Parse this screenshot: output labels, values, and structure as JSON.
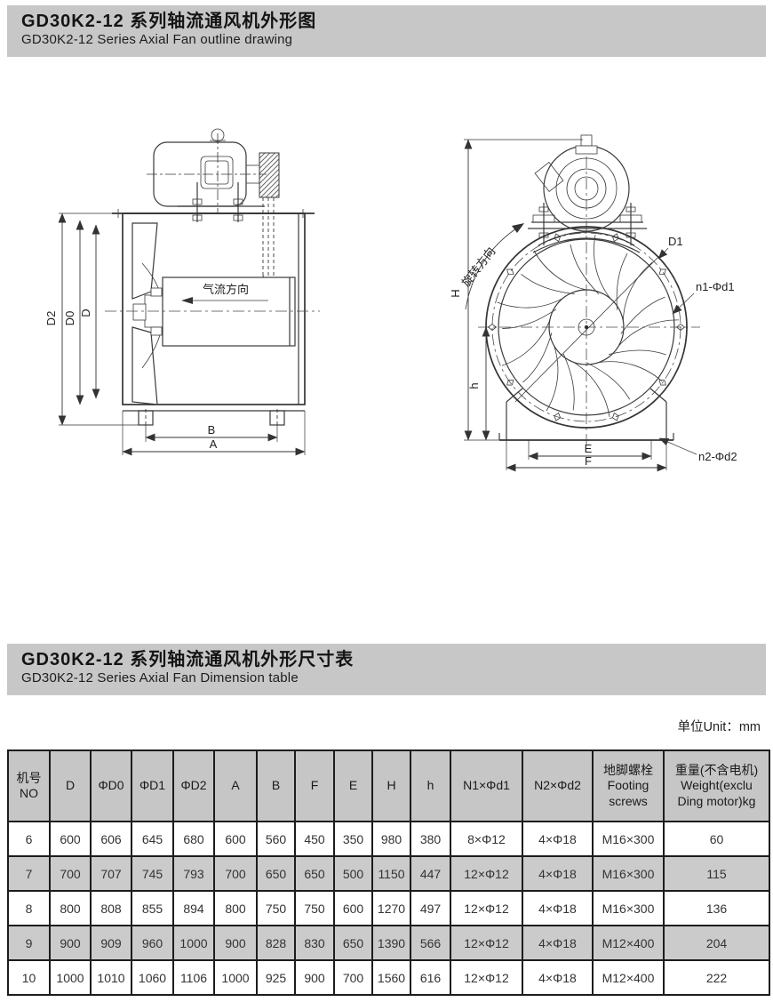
{
  "section_outline": {
    "title_zh": "GD30K2-12 系列轴流通风机外形图",
    "title_en": "GD30K2-12 Series Axial Fan outline drawing"
  },
  "section_table": {
    "title_zh": "GD30K2-12 系列轴流通风机外形尺寸表",
    "title_en": "GD30K2-12 Series Axial Fan Dimension table"
  },
  "unit_note": "单位Unit：mm",
  "drawing": {
    "side_view": {
      "airflow": "气流方向",
      "dims": {
        "D2": "D2",
        "D0": "D0",
        "D": "D",
        "B": "B",
        "A": "A"
      }
    },
    "front_view": {
      "rotation": "旋转方向",
      "dims": {
        "H": "H",
        "h": "h",
        "E": "E",
        "F": "F"
      },
      "callouts": {
        "D1": "D1",
        "n1": "n1-Φd1",
        "n2": "n2-Φd2"
      }
    }
  },
  "table": {
    "headers": [
      {
        "l1": "机号",
        "l2": "NO"
      },
      {
        "l1": "D"
      },
      {
        "l1": "ΦD0"
      },
      {
        "l1": "ΦD1"
      },
      {
        "l1": "ΦD2"
      },
      {
        "l1": "A"
      },
      {
        "l1": "B"
      },
      {
        "l1": "F"
      },
      {
        "l1": "E"
      },
      {
        "l1": "H"
      },
      {
        "l1": "h"
      },
      {
        "l1": "N1×Φd1"
      },
      {
        "l1": "N2×Φd2"
      },
      {
        "l1": "地脚螺栓",
        "l2": "Footing",
        "l3": "screws"
      },
      {
        "l1": "重量(不含电机)",
        "l2": "Weight(exclu",
        "l3": "Ding motor)kg"
      }
    ],
    "rows": [
      [
        "6",
        "600",
        "606",
        "645",
        "680",
        "600",
        "560",
        "450",
        "350",
        "980",
        "380",
        "8×Φ12",
        "4×Φ18",
        "M16×300",
        "60"
      ],
      [
        "7",
        "700",
        "707",
        "745",
        "793",
        "700",
        "650",
        "650",
        "500",
        "1150",
        "447",
        "12×Φ12",
        "4×Φ18",
        "M16×300",
        "115"
      ],
      [
        "8",
        "800",
        "808",
        "855",
        "894",
        "800",
        "750",
        "750",
        "600",
        "1270",
        "497",
        "12×Φ12",
        "4×Φ18",
        "M16×300",
        "136"
      ],
      [
        "9",
        "900",
        "909",
        "960",
        "1000",
        "900",
        "828",
        "830",
        "650",
        "1390",
        "566",
        "12×Φ12",
        "4×Φ18",
        "M12×400",
        "204"
      ],
      [
        "10",
        "1000",
        "1010",
        "1060",
        "1106",
        "1000",
        "925",
        "900",
        "700",
        "1560",
        "616",
        "12×Φ12",
        "4×Φ18",
        "M12×400",
        "222"
      ]
    ]
  },
  "colors": {
    "header_bg": "#c6c6c6",
    "stripe_bg": "#cbcbcb",
    "line": "#333333"
  }
}
